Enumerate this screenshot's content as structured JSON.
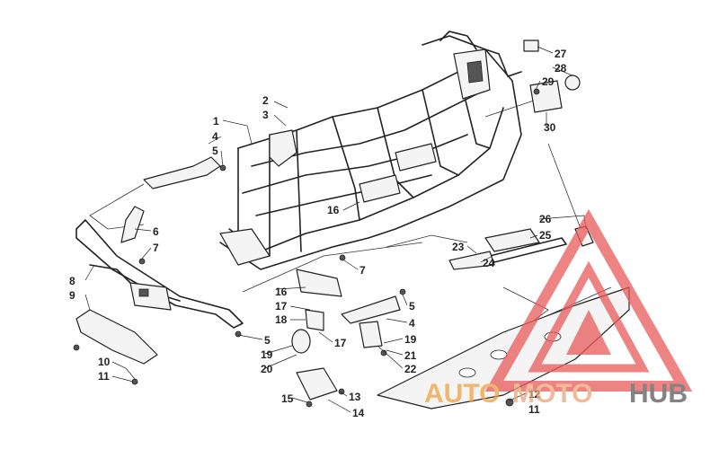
{
  "callouts": {
    "c1": "1",
    "c2": "2",
    "c3": "3",
    "c4a": "4",
    "c5a": "5",
    "c6": "6",
    "c7a": "7",
    "c8": "8",
    "c9": "9",
    "c10": "10",
    "c11a": "11",
    "c16a": "16",
    "c7b": "7",
    "c16b": "16",
    "c17a": "17",
    "c18": "18",
    "c17b": "17",
    "c5b": "5",
    "c19a": "19",
    "c20": "20",
    "c5c": "5",
    "c4b": "4",
    "c19b": "19",
    "c21": "21",
    "c22": "22",
    "c13": "13",
    "c15": "15",
    "c14": "14",
    "c23": "23",
    "c24": "24",
    "c25": "25",
    "c26": "26",
    "c27": "27",
    "c28": "28",
    "c29": "29",
    "c30": "30",
    "c12": "12",
    "c11b": "11"
  },
  "watermark": {
    "part1": "AUTO",
    "part2": "MOTO",
    "part3": "HUB",
    "colors": {
      "accent": "#f0a040",
      "accent2": "#e8a77a",
      "dark": "#5a5a5a",
      "triangle": "#e85a5a"
    }
  }
}
